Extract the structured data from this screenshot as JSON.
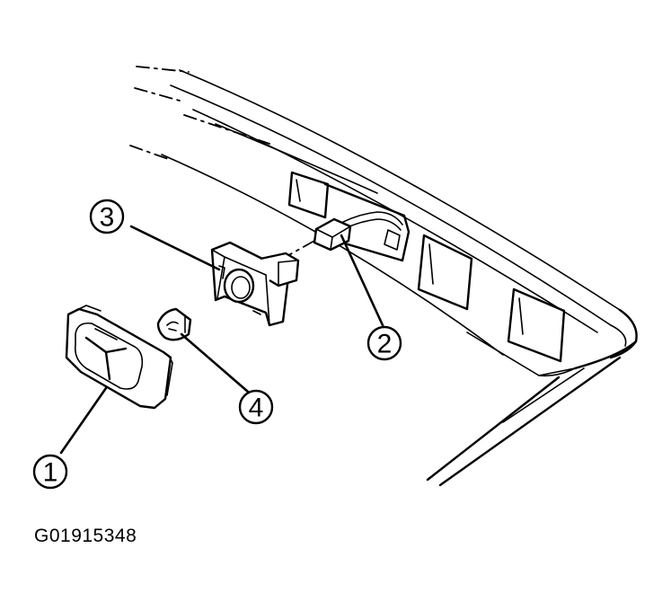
{
  "figure": {
    "id_code": "G01915348"
  },
  "callouts": [
    {
      "number": "1"
    },
    {
      "number": "2"
    },
    {
      "number": "3"
    },
    {
      "number": "4"
    }
  ],
  "colors": {
    "ink": "#000000",
    "background": "#ffffff"
  }
}
